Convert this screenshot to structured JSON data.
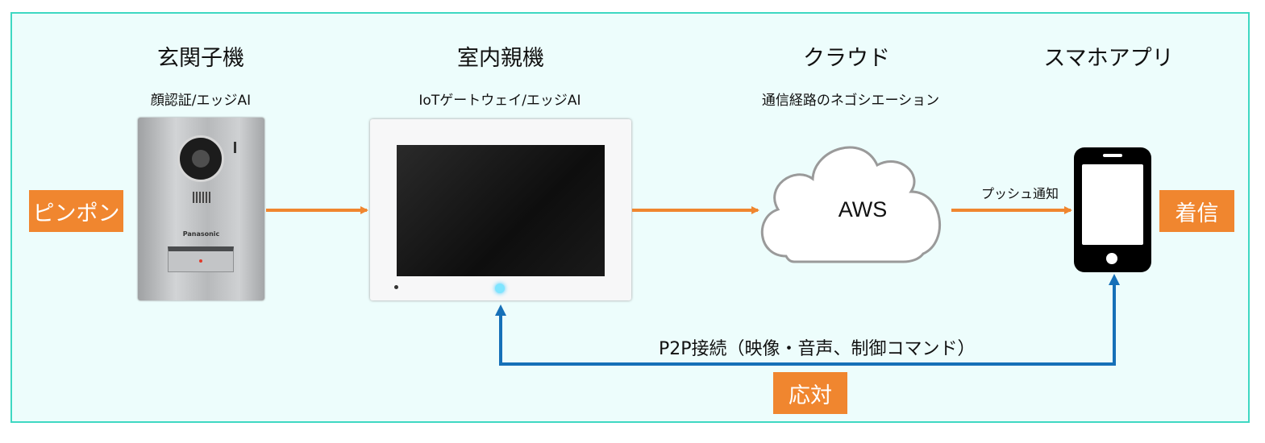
{
  "columns": [
    {
      "title": "玄関子機",
      "subtitle": "顔認証/エッジAI"
    },
    {
      "title": "室内親機",
      "subtitle": "IoTゲートウェイ/エッジAI"
    },
    {
      "title": "クラウド",
      "subtitle": "通信経路のネゴシエーション"
    },
    {
      "title": "スマホアプリ",
      "subtitle": ""
    }
  ],
  "devices": {
    "door_station_brand": "Panasonic",
    "cloud_label": "AWS"
  },
  "tags": {
    "left": "ピンポン",
    "right": "着信",
    "bottom": "応対"
  },
  "arrow_labels": {
    "push": "プッシュ通知",
    "p2p": "P2P接続（映像・音声、制御コマンド）"
  },
  "colors": {
    "frame_border": "#3ed8c2",
    "frame_fill": "#edfdfc",
    "orange": "#f0862f",
    "blue": "#1670b8"
  }
}
